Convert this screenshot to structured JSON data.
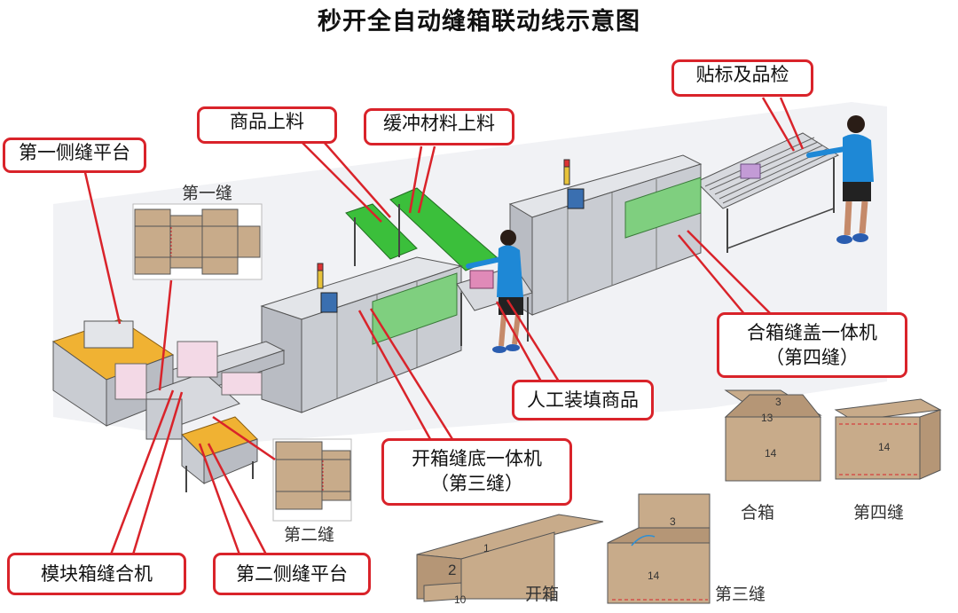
{
  "title": "秒开全自动缝箱联动线示意图",
  "callouts": {
    "side_platform_1": "第一侧缝平台",
    "product_feed": "商品上料",
    "buffer_feed": "缓冲材料上料",
    "labeling_qc": "贴标及品检",
    "closer_line1": "合箱缝盖一体机",
    "closer_line2": "（第四缝）",
    "manual_fill": "人工装填商品",
    "opener_line1": "开箱缝底一体机",
    "opener_line2": "（第三缝）",
    "module_machine": "模块箱缝合机",
    "side_platform_2": "第二侧缝平台"
  },
  "step_labels": {
    "first_seam": "第一缝",
    "second_seam": "第二缝",
    "open_box": "开箱",
    "third_seam": "第三缝",
    "close_box": "合箱",
    "fourth_seam": "第四缝"
  },
  "panel_numbers": {
    "open_top": "1",
    "open_side": "2",
    "open_bottom": "10",
    "third_top": "3",
    "third_front": "14",
    "close_top": "3",
    "close_flap": "13",
    "close_front": "14",
    "fourth_front": "14"
  },
  "colors": {
    "callout_border": "#d9232a",
    "cardboard": "#c8ab8a",
    "conveyor_green": "#3bbf3b",
    "platform_yellow": "#f0b233",
    "machine_grey": "#c9ccd2",
    "worker_blue": "#1e88d6"
  }
}
